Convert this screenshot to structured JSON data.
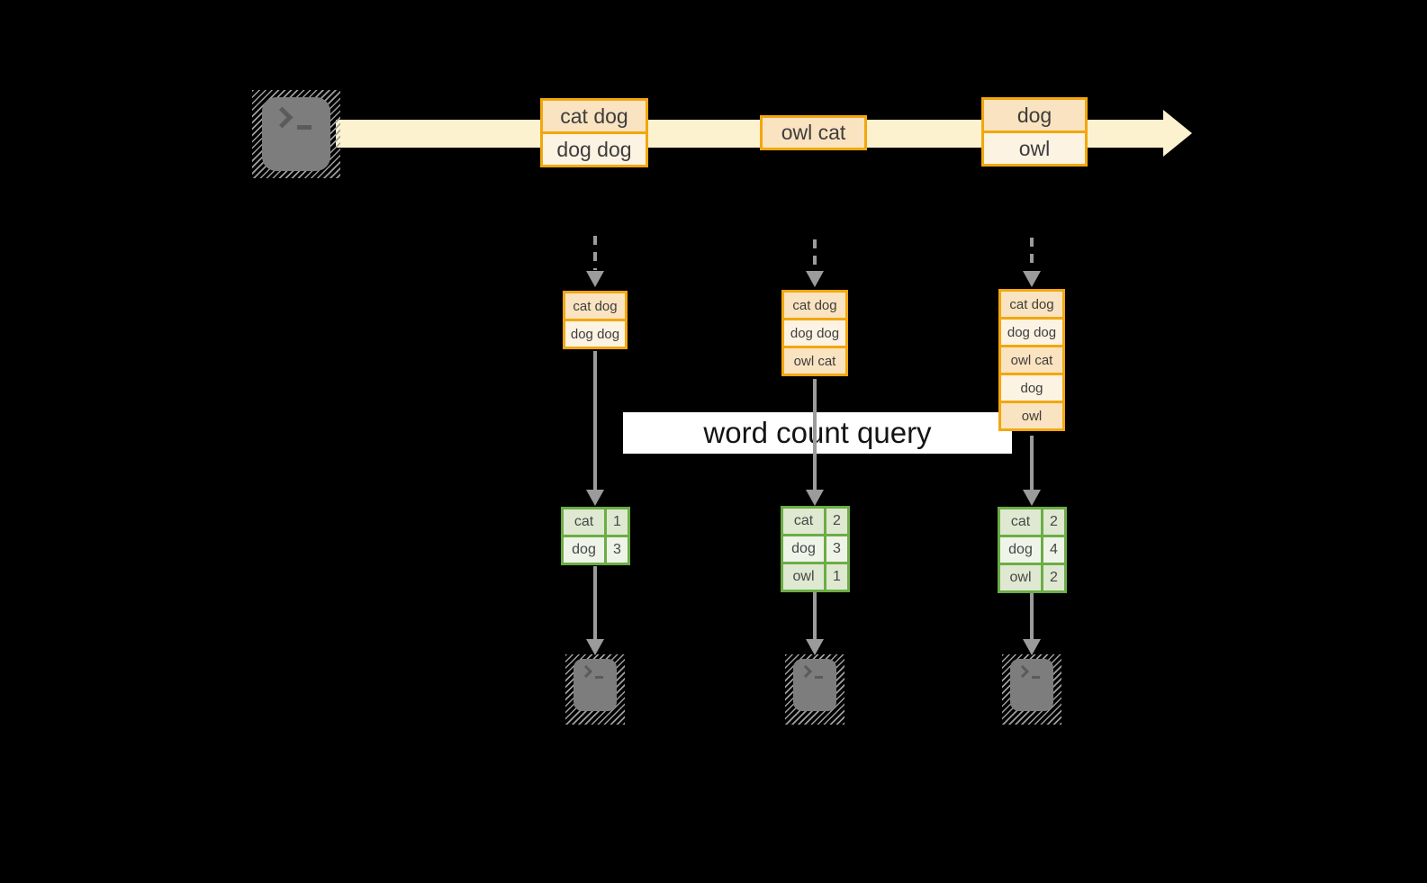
{
  "query": {
    "label": "word count query"
  },
  "stream": {
    "records": [
      {
        "lines": [
          "cat dog",
          "dog dog"
        ]
      },
      {
        "lines": [
          "owl cat"
        ]
      },
      {
        "lines": [
          "dog",
          "owl"
        ]
      }
    ]
  },
  "snapshots": [
    {
      "rows": [
        "cat dog",
        "dog dog"
      ]
    },
    {
      "rows": [
        "cat dog",
        "dog dog",
        "owl cat"
      ]
    },
    {
      "rows": [
        "cat dog",
        "dog dog",
        "owl cat",
        "dog",
        "owl"
      ]
    }
  ],
  "results": [
    {
      "rows": [
        {
          "word": "cat",
          "count": "1"
        },
        {
          "word": "dog",
          "count": "3"
        }
      ]
    },
    {
      "rows": [
        {
          "word": "cat",
          "count": "2"
        },
        {
          "word": "dog",
          "count": "3"
        },
        {
          "word": "owl",
          "count": "1"
        }
      ]
    },
    {
      "rows": [
        {
          "word": "cat",
          "count": "2"
        },
        {
          "word": "dog",
          "count": "4"
        },
        {
          "word": "owl",
          "count": "2"
        }
      ]
    }
  ],
  "icons": {
    "source_terminal": "terminal-prompt >_",
    "sink_terminal": "terminal-prompt >_"
  },
  "colors": {
    "record_border": "#F2A70E",
    "record_fill_dark": "#FAE3C0",
    "record_fill_light": "#FDF3E3",
    "stream_band": "#FCF2D0",
    "result_border": "#6CAD45",
    "result_fill_dark": "#DFE9D2",
    "result_fill_light": "#EFF4E9",
    "arrow_gray": "#9B9B9B",
    "terminal_gray": "#7D7D7D",
    "background": "#000000",
    "query_label_bg": "#FFFFFF"
  }
}
